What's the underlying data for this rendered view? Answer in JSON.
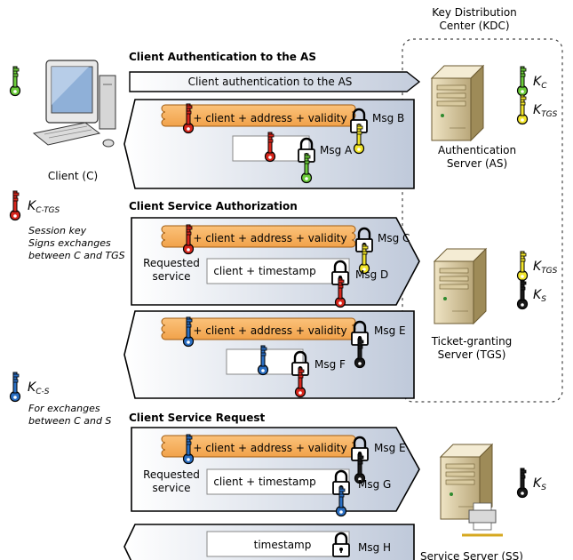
{
  "kdc_label": [
    "Key Distribution",
    "Center (KDC)"
  ],
  "client_label": "Client (C)",
  "servers": {
    "as": [
      "Authentication",
      "Server (AS)"
    ],
    "tgs": [
      "Ticket-granting",
      "Server (TGS)"
    ],
    "ss": "Service Server (SS)"
  },
  "keys": {
    "kc": {
      "main": "K",
      "sub": "C",
      "color": "#6ccd3a"
    },
    "ktgs": {
      "main": "K",
      "sub": "TGS",
      "color": "#f3e62a"
    },
    "ks": {
      "main": "K",
      "sub": "S",
      "color": "#1a1a1a"
    },
    "kctgs": {
      "main": "K",
      "sub": "C-TGS",
      "color": "#d9261c"
    },
    "kcs": {
      "main": "K",
      "sub": "C-S",
      "color": "#2a6fc4"
    }
  },
  "notes": {
    "kctgs": [
      "Session key",
      "Signs exchanges",
      "between C and TGS"
    ],
    "kcs": [
      "For exchanges",
      "between C and S"
    ]
  },
  "sections": {
    "auth": "Client Authentication to the AS",
    "authz": "Client Service Authorization",
    "request": "Client Service Request"
  },
  "arrow_request_label": "Client authentication to the AS",
  "ticket_text": "+ client + address + validity",
  "requested_service": [
    "Requested",
    "service"
  ],
  "client_timestamp": "client + timestamp",
  "timestamp": "timestamp",
  "messages": {
    "a": "Msg A",
    "b": "Msg B",
    "c": "Msg C",
    "d": "Msg D",
    "e": "Msg E",
    "f": "Msg F",
    "g": "Msg G",
    "h": "Msg H"
  }
}
